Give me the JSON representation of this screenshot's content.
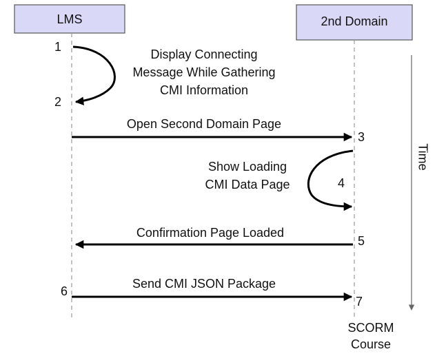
{
  "participants": {
    "lms": "LMS",
    "second_domain": "2nd Domain",
    "scorm_line1": "SCORM",
    "scorm_line2": "Course"
  },
  "time_label": "Time",
  "steps": {
    "s1": "1",
    "s2": "2",
    "s3": "3",
    "s4": "4",
    "s5": "5",
    "s6": "6",
    "s7": "7"
  },
  "messages": {
    "m1_line1": "Display Connecting",
    "m1_line2": "Message While Gathering",
    "m1_line3": "CMI Information",
    "m2": "Open Second Domain Page",
    "m3_line1": "Show Loading",
    "m3_line2": "CMI Data Page",
    "m4": "Confirmation Page Loaded",
    "m5": "Send CMI JSON Package"
  },
  "colors": {
    "participant_fill": "#d9d9f7",
    "participant_border": "#555555"
  }
}
